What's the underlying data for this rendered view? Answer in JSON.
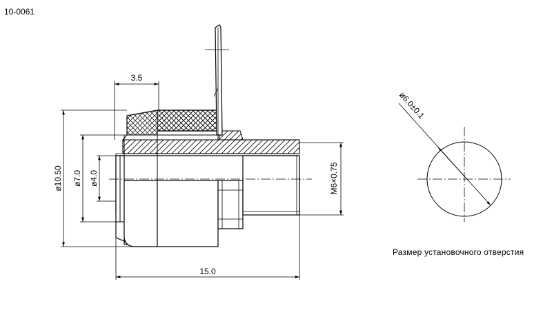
{
  "document": {
    "code": "10-0061"
  },
  "dimensions": {
    "width_3_5": "3.5",
    "diameter_10_50": "ø10.50",
    "diameter_7_0": "ø7.0",
    "diameter_4_0": "ø4.0",
    "thread": "M6×0.75",
    "length_15_0": "15.0",
    "hole_diameter": "ø6.0±0.1"
  },
  "caption": {
    "text": "Размер установочного отверстия"
  }
}
